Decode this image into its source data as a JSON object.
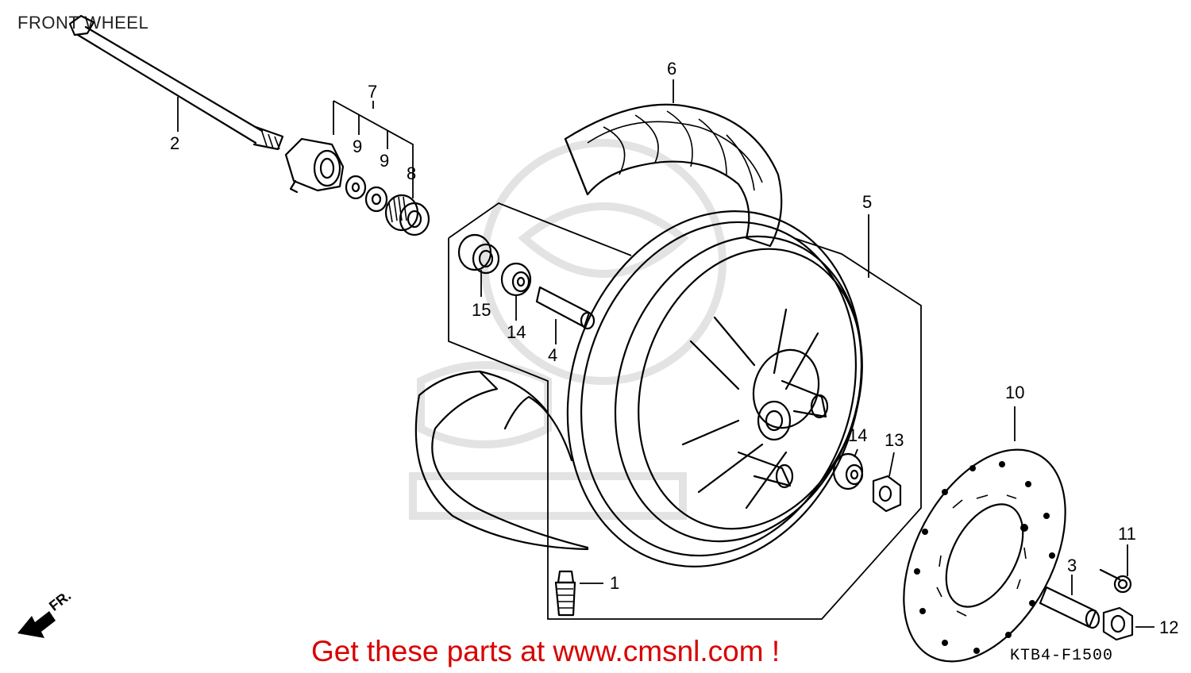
{
  "title": "FRONT WHEEL",
  "promo": "Get these parts at www.cmsnl.com !",
  "drawing_code": "KTB4-F1500",
  "direction_label": "FR.",
  "part_numbers": {
    "p1": "1",
    "p2": "2",
    "p3": "3",
    "p4": "4",
    "p5": "5",
    "p6": "6",
    "p7": "7",
    "p8": "8",
    "p9a": "9",
    "p9b": "9",
    "p10": "10",
    "p11": "11",
    "p12": "12",
    "p13": "13",
    "p14a": "14",
    "p14b": "14",
    "p15": "15"
  }
}
